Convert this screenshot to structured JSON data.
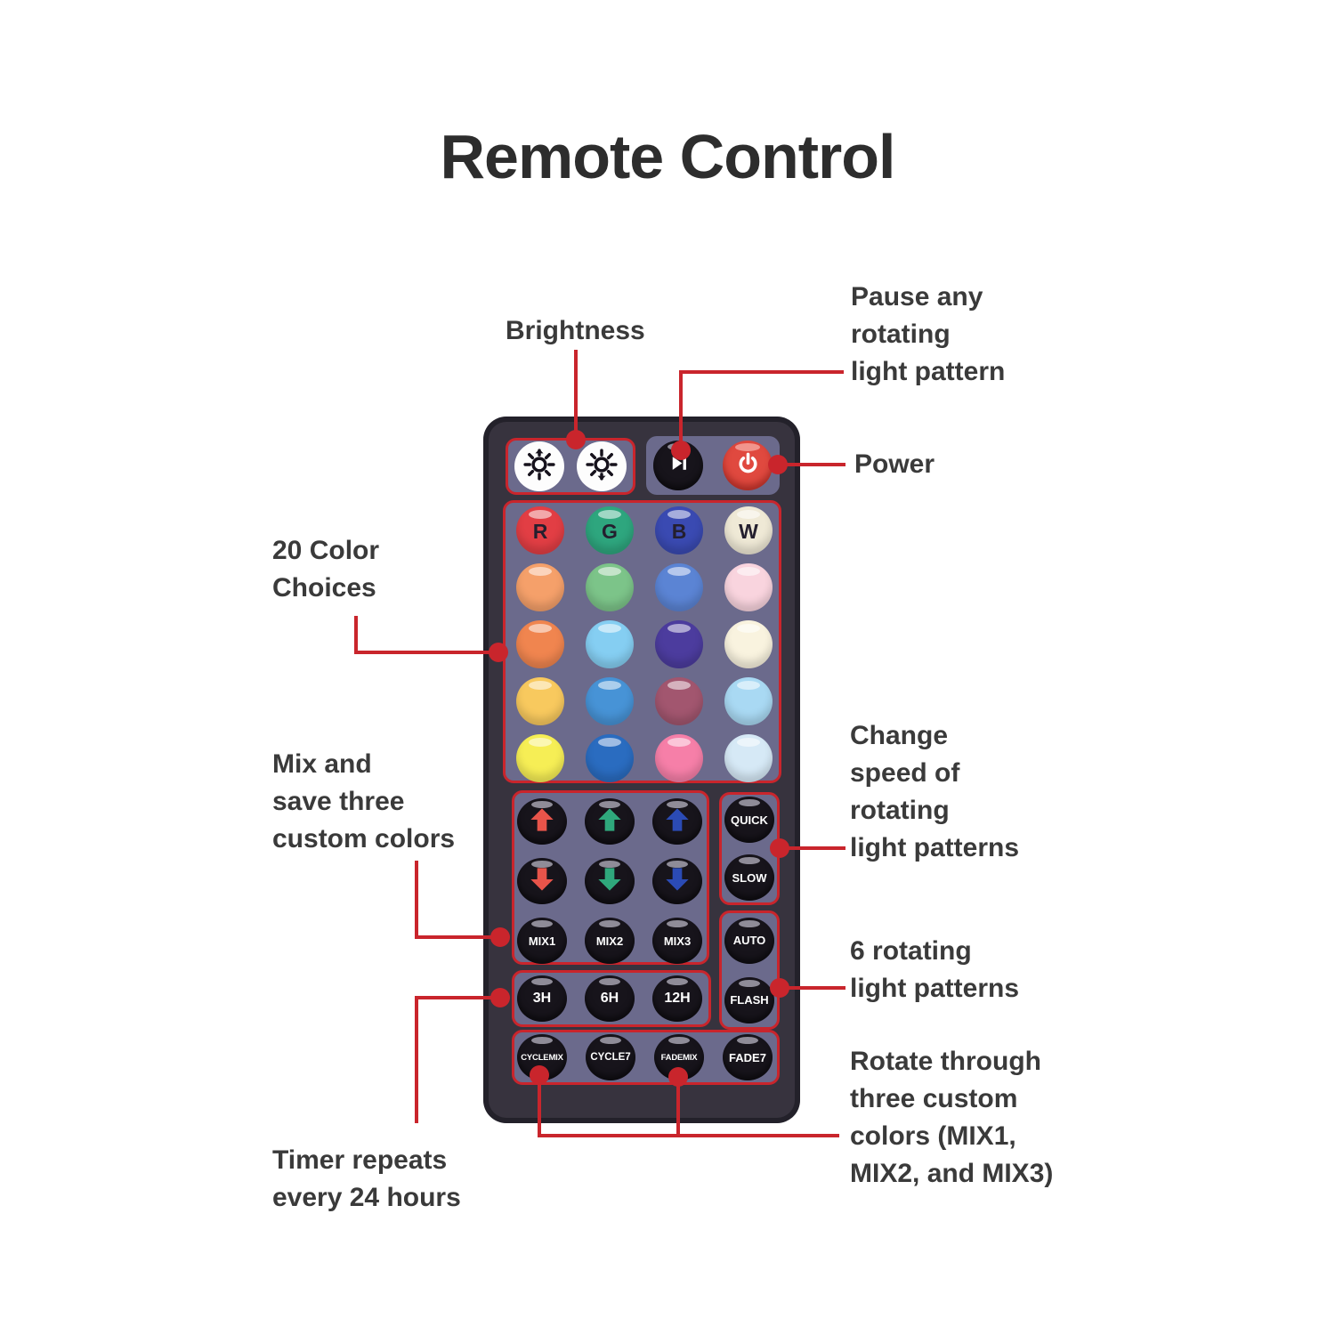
{
  "title": "Remote Control",
  "colors": {
    "line_red": "#c9252c",
    "remote_body": "#37333e",
    "panel_bg": "#6b6a8c",
    "button_black": "#17141b",
    "power_red": "#e0493f",
    "label_ink": "#3a3a3a"
  },
  "labels": {
    "brightness": "Brightness",
    "pause": "Pause any\nrotating\nlight pattern",
    "power": "Power",
    "color_choices": "20 Color\nChoices",
    "mix_save": "Mix and\nsave three\ncustom colors",
    "speed": "Change\nspeed of\nrotating\nlight patterns",
    "patterns": "6 rotating\nlight patterns",
    "timer": "Timer repeats\nevery 24 hours",
    "rotate": "Rotate through\nthree custom\ncolors (MIX1,\nMIX2, and MIX3)"
  },
  "icons": {
    "brightness_up": "sun-icon",
    "brightness_down": "sun-icon",
    "pause": "play-pause-icon",
    "power": "power-icon"
  },
  "remote": {
    "color_letters": [
      "R",
      "G",
      "B",
      "W"
    ],
    "color_grid": [
      [
        "#e23e44",
        "#2ea67e",
        "#3a4ab2",
        "#efe9d6"
      ],
      [
        "#f5a06a",
        "#7cc489",
        "#5b84d4",
        "#f9d4de"
      ],
      [
        "#f0854f",
        "#85cef2",
        "#4c3c9e",
        "#f9f3df"
      ],
      [
        "#f8c95e",
        "#4793d6",
        "#a2566f",
        "#a9d9f3"
      ],
      [
        "#f6ee55",
        "#2a6cc0",
        "#f67fa8",
        "#d6e9f6"
      ]
    ],
    "arrow_colors": [
      "#e8544a",
      "#2fa87c",
      "#2b4bb5"
    ],
    "arrow_color_names": [
      "red",
      "green",
      "blue"
    ],
    "mix_buttons": [
      "MIX1",
      "MIX2",
      "MIX3"
    ],
    "speed_buttons": [
      "QUICK",
      "SLOW"
    ],
    "pattern_buttons": [
      "AUTO",
      "FLASH"
    ],
    "timer_buttons": [
      "3H",
      "6H",
      "12H"
    ],
    "bottom_buttons": [
      "CYCLEMIX",
      "CYCLE7",
      "FADEMIX",
      "FADE7"
    ]
  }
}
